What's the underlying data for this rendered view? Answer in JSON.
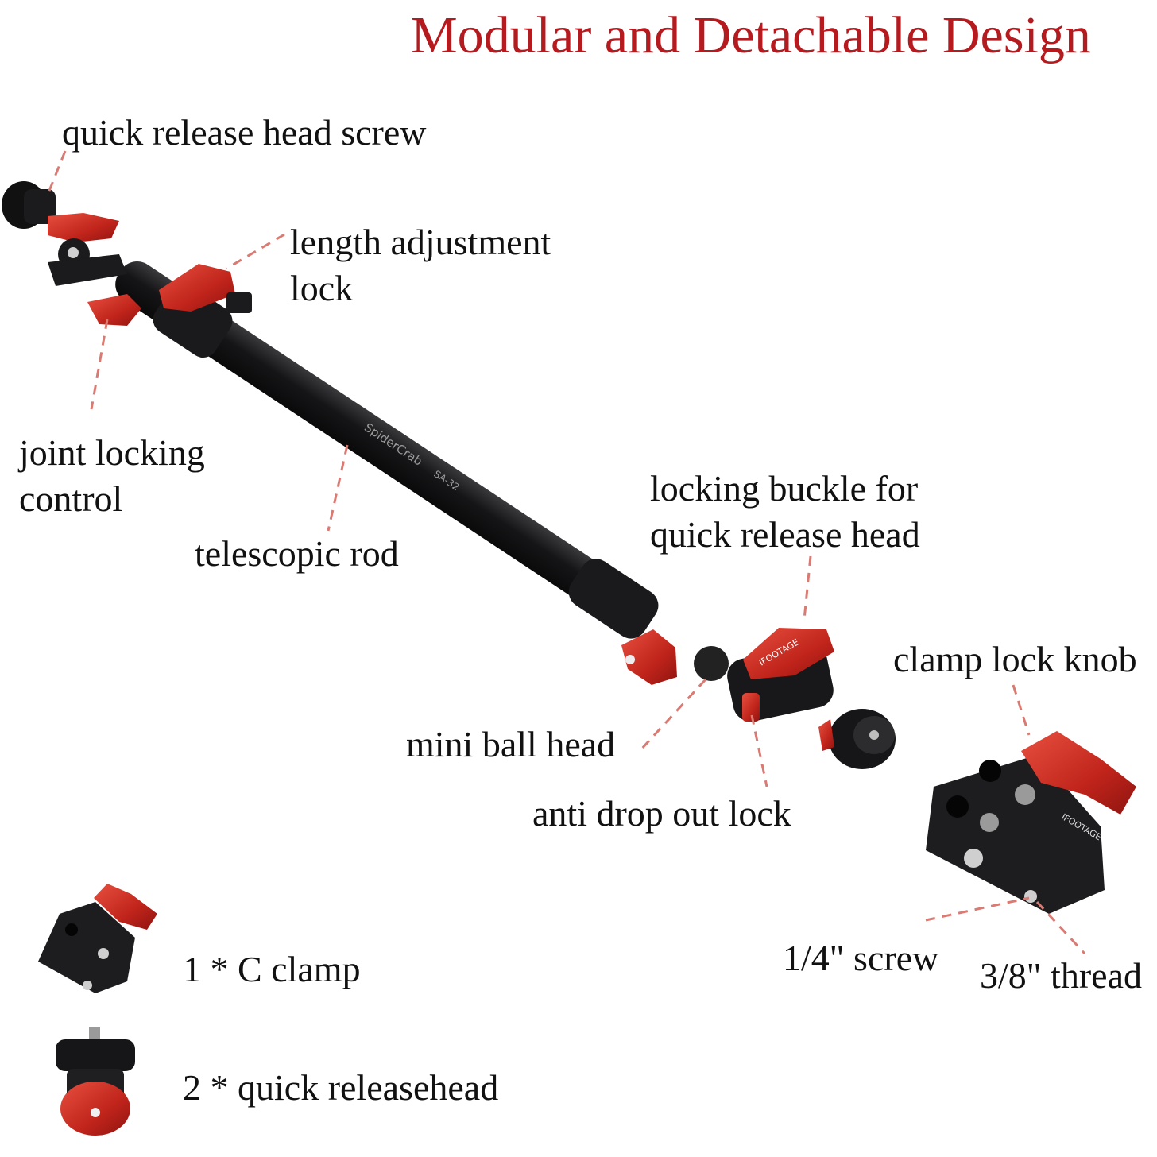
{
  "title": "Modular and Detachable Design",
  "colors": {
    "title": "#b51a1f",
    "accent": "#c0241b",
    "metal": "#1c1c1e",
    "leader": "#d97b73"
  },
  "labels": {
    "qr_head_screw": "quick release head screw",
    "length_lock": [
      "length adjustment",
      "lock"
    ],
    "joint_lock": [
      "joint locking",
      "control"
    ],
    "telescopic_rod": "telescopic rod",
    "locking_buckle": [
      "locking buckle for",
      "quick release head"
    ],
    "clamp_lock_knob": "clamp lock knob",
    "mini_ball_head": "mini ball head",
    "anti_drop": "anti drop out lock",
    "screw_quarter": "1/4\" screw",
    "thread_38": "3/8\" thread"
  },
  "rod_print": {
    "brand": "SpiderCrab",
    "model": "SA-32"
  },
  "clamp_print": "IFOOTAGE",
  "accessories": [
    {
      "label": "1 * C clamp",
      "icon": "c-clamp-icon"
    },
    {
      "label": "2 * quick releasehead",
      "icon": "quick-release-head-icon"
    }
  ]
}
